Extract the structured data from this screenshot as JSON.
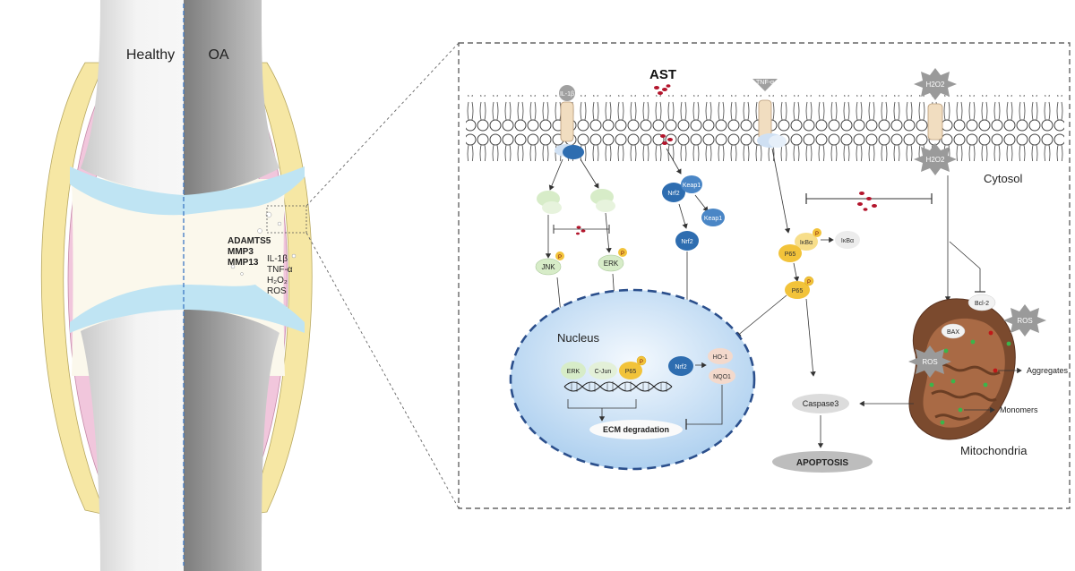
{
  "joint": {
    "healthy_label": "Healthy",
    "oa_label": "OA",
    "enzymes": [
      "ADAMTS5",
      "MMP3",
      "MMP13"
    ],
    "mediators": [
      "IL-1β",
      "TNF-α",
      "H₂O₂",
      "ROS"
    ]
  },
  "pathway": {
    "drug_label": "AST",
    "receptors": {
      "il1b": "IL-1β",
      "tnfa": "TNF-α",
      "h2o2_out": "H2O2",
      "h2o2_in": "H2O2"
    },
    "cytosol_label": "Cytosol",
    "jnk": "JNK",
    "erk": "ERK",
    "phospho": "P",
    "keap1": "Keap1",
    "nrf2": "Nrf2",
    "ikba": "IκBα",
    "p65": "P65",
    "nucleus_label": "Nucleus",
    "nuclear_factors": {
      "erk": "ERK",
      "cjun": "C-Jun",
      "p65": "P65",
      "nrf2": "Nrf2"
    },
    "targets": {
      "ho1": "HO-1",
      "nqo1": "NQO1"
    },
    "ecm_label": "ECM degradation",
    "caspase_label": "Caspase3",
    "apoptosis_label": "APOPTOSIS",
    "mito": {
      "title": "Mitochondria",
      "bcl2": "Bcl-2",
      "bax": "BAX",
      "ros": "ROS",
      "aggregates": "Aggregates",
      "monomers": "Monomers"
    }
  },
  "colors": {
    "cartilage": "#bfe4f3",
    "synovium_pink": "#f1c6dc",
    "capsule_yellow": "#f6e7a4",
    "nrf2_blue": "#2e6db0",
    "phospho_yellow": "#f2c33a",
    "ast_red": "#b3152c",
    "nucleus_blue": "#cfe5f7",
    "mito_brown": "#7b4a2e",
    "green_protein": "#d7ecc8"
  }
}
